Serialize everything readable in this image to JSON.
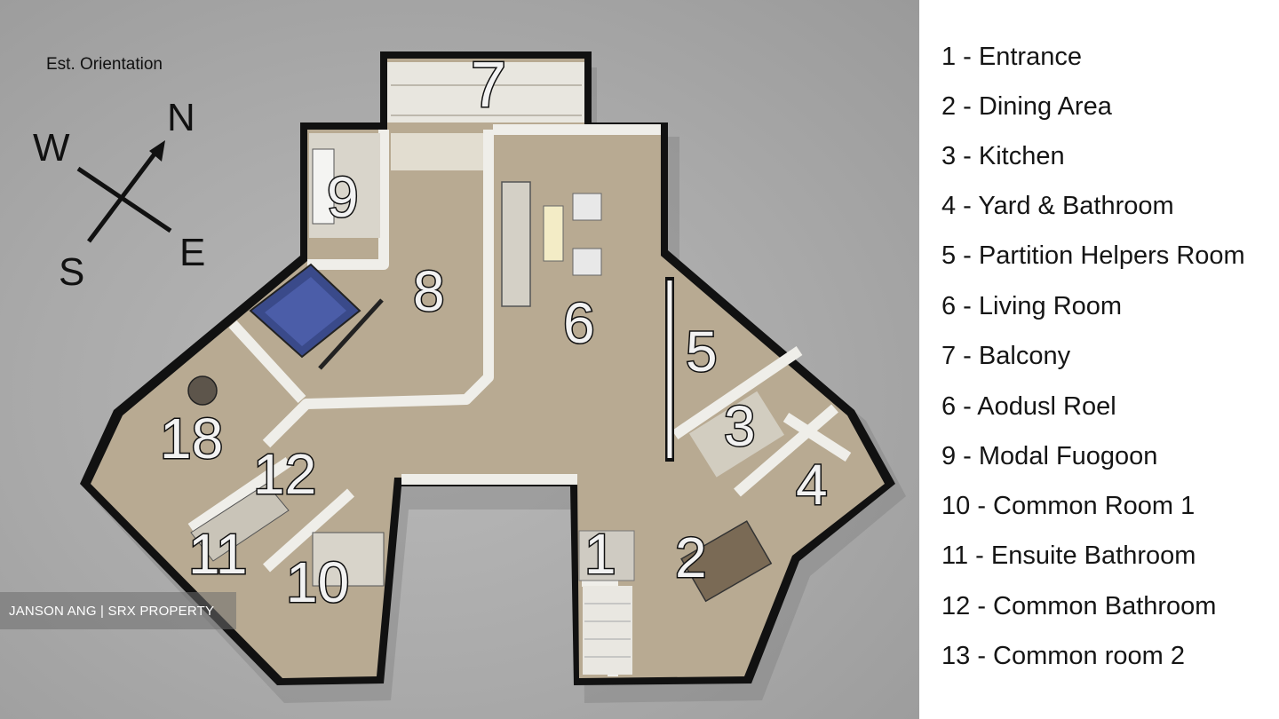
{
  "orientation": {
    "label": "Est. Orientation",
    "north": "N",
    "west": "W",
    "south": "S",
    "east": "E"
  },
  "rooms": {
    "r1": "1",
    "r2": "2",
    "r3": "3",
    "r4": "4",
    "r5": "5",
    "r6": "6",
    "r7": "7",
    "r8": "8",
    "r9": "9",
    "r10": "10",
    "r11": "11",
    "r12": "12",
    "r18": "18"
  },
  "watermark": "JANSON ANG | SRX PROPERTY",
  "legend": [
    "1 - Entrance",
    "2 - Dining Area",
    "3 - Kitchen",
    "4 - Yard & Bathroom",
    "5 - Partition Helpers Room",
    "6 - Living Room",
    "7 - Balcony",
    "6 - Aodusl Roel",
    "9 - Modal Fuogoon",
    "10 - Common Room 1",
    "11 - Ensuite Bathroom",
    "12 - Common Bathroom",
    "13 - Common room 2"
  ],
  "colors": {
    "floor": "#b4a690",
    "wall": "#efeee9",
    "wall_edge": "#111111",
    "sofa": "#3a4a8a",
    "background": "#a8a8a8"
  }
}
